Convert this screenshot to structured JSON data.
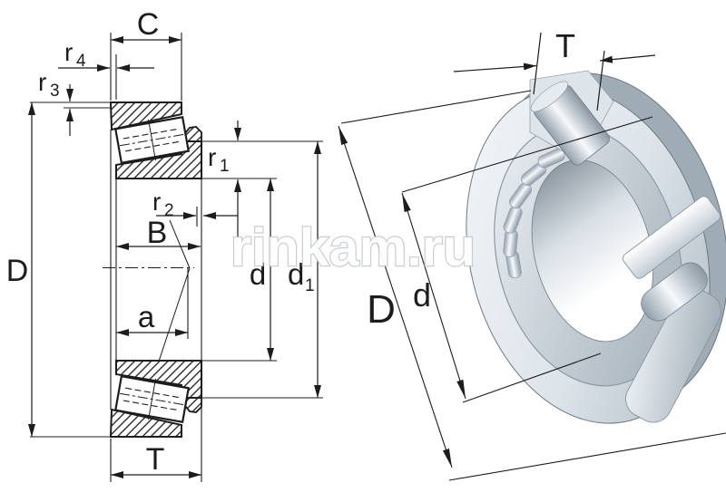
{
  "watermark": "rinkam.ru",
  "left_view": {
    "description": "tapered roller bearing cross-section drawing",
    "labels": {
      "c": "C",
      "r4": {
        "b": "r",
        "s": "4"
      },
      "r3": {
        "b": "r",
        "s": "3"
      },
      "cap_d": "D",
      "b": "B",
      "a": "a",
      "t": "T",
      "r1": {
        "b": "r",
        "s": "1"
      },
      "r2": {
        "b": "r",
        "s": "2"
      },
      "d": "d",
      "d1": {
        "b": "d",
        "s": "1"
      }
    }
  },
  "right_view": {
    "description": "tapered roller bearing 3D cutaway render",
    "labels": {
      "t": "T",
      "cap_d": "D",
      "d": "d"
    }
  },
  "colors": {
    "line": "#1c1c1c",
    "background": "#ffffff",
    "metal_light": "#f2f5f8",
    "metal_mid": "#c5ced6",
    "metal_dark": "#8d99a4",
    "watermark_fill": "#ffffff",
    "watermark_outline": "#c6cbd2"
  }
}
